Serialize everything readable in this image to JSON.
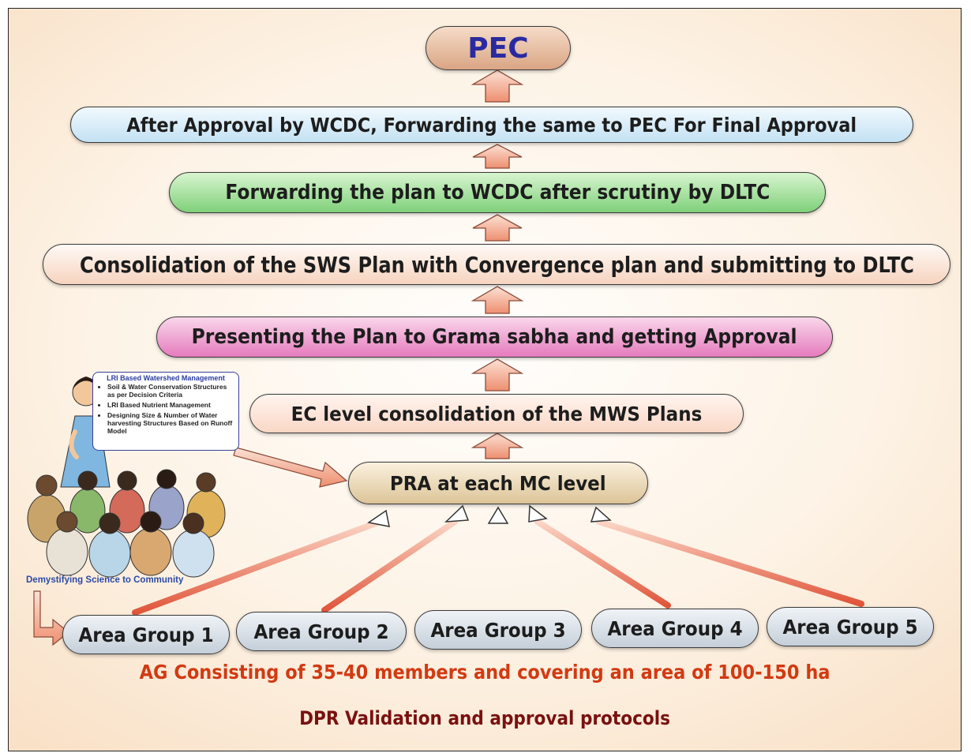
{
  "diagram": {
    "pec": "PEC",
    "wcdc_approval": "After Approval by WCDC, Forwarding the same to PEC For Final Approval",
    "forward_plan": "Forwarding the plan to WCDC after scrutiny by DLTC",
    "consolidation": "Consolidation of the SWS Plan  with Convergence plan and submitting to DLTC",
    "grama_sabha": "Presenting the Plan to Grama sabha and getting Approval",
    "ec_level": "EC level consolidation of the MWS Plans",
    "pra": "PRA at  each MC level",
    "area_groups": [
      "Area Group 1",
      "Area Group 2",
      "Area Group 3",
      "Area Group 4",
      "Area Group 5"
    ],
    "ag_note": "AG Consisting of 35-40 members and covering an area of 100-150  ha",
    "caption": "DPR Validation and approval protocols"
  },
  "illustration": {
    "lri_title": "LRI Based Watershed Management",
    "lri_points": [
      "Soil & Water Conservation Structures as per Decision Criteria",
      "LRI Based Nutrient Management",
      "Designing Size & Number of Water harvesting Structures Based on Runoff Model"
    ],
    "community_caption": "Demystifying Science to Community"
  },
  "colors": {
    "arrow_fill": "#f2a48c",
    "arrow_stroke": "#7a3a2a",
    "ag_note": "#d23a12",
    "caption": "#7a1010",
    "pec_text": "#2a2aa0"
  }
}
